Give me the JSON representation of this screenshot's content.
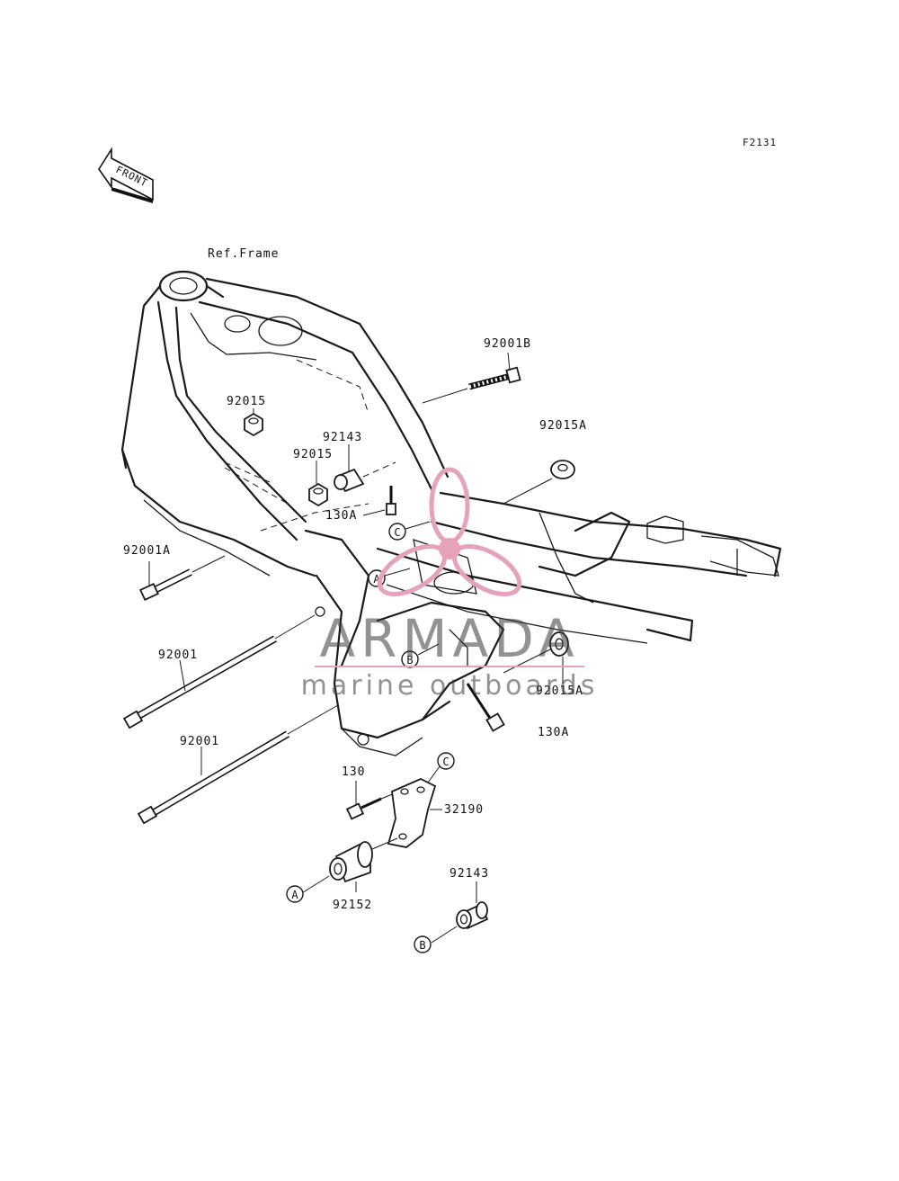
{
  "figure_code": "F2131",
  "front_arrow_label": "FRONT",
  "ref_label": "Ref.Frame",
  "part_labels": {
    "p92001B": "92001B",
    "p92015A_top": "92015A",
    "p92015_left": "92015",
    "p92143_top": "92143",
    "p92015_mid": "92015",
    "p130A_top": "130A",
    "p92001A": "92001A",
    "p92001_upper": "92001",
    "p92001_lower": "92001",
    "p92015A_right": "92015A",
    "p130A_right": "130A",
    "p130": "130",
    "p32190": "32190",
    "p92143_bottom": "92143",
    "p92152": "92152"
  },
  "callouts": {
    "a": "A",
    "b": "B",
    "c": "C"
  },
  "watermark": {
    "title": "ARMADA",
    "subtitle": "marine outboards",
    "accent_color": "#e6a2b8"
  }
}
